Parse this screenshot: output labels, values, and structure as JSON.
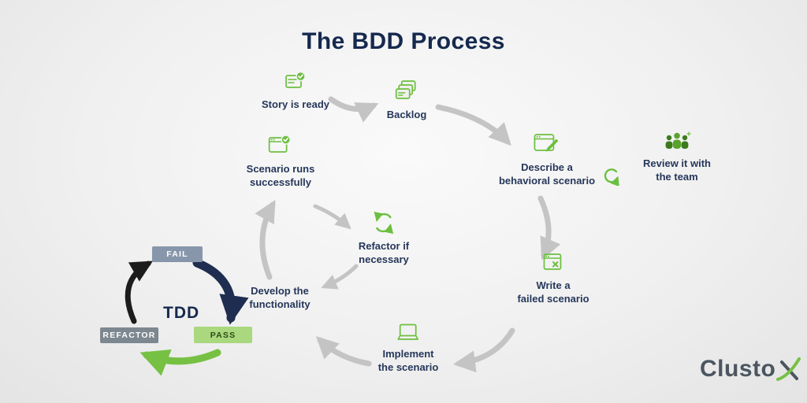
{
  "title": "The BDD Process",
  "steps": {
    "story_ready": {
      "label": "Story is ready",
      "icon": "checked-note-icon"
    },
    "backlog": {
      "label": "Backlog",
      "icon": "stacked-cards-icon"
    },
    "describe": {
      "label": "Describe a\nbehavioral scenario",
      "icon": "window-edit-icon"
    },
    "review": {
      "label": "Review it with\nthe team",
      "icon": "team-icon"
    },
    "write_failed": {
      "label": "Write a\nfailed scenario",
      "icon": "window-fail-icon"
    },
    "implement": {
      "label": "Implement\nthe scenario",
      "icon": "laptop-icon"
    },
    "develop": {
      "label": "Develop the\nfunctionality"
    },
    "scenario_runs": {
      "label": "Scenario runs\nsuccessfully",
      "icon": "window-check-icon"
    },
    "refactor": {
      "label": "Refactor if\nnecessary",
      "icon": "refresh-icon"
    }
  },
  "tdd": {
    "label": "TDD",
    "fail": "FAIL",
    "pass": "PASS",
    "refactor": "REFACTOR"
  },
  "logo": {
    "name": "Clusto",
    "suffix": "x"
  },
  "colors": {
    "green": "#6cbf3f",
    "navy": "#1e2d50",
    "title_navy": "#16294e",
    "arrow_gray": "#c4c4c4",
    "fail_bg": "#8796aa",
    "refactor_bg": "#7d8790",
    "pass_bg": "#a9d87e",
    "tdd_black": "#1c1c1c"
  }
}
